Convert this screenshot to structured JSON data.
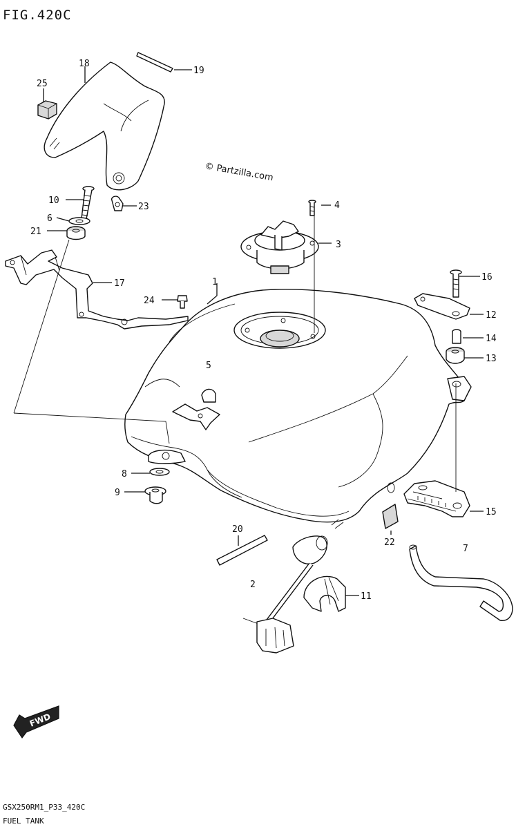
{
  "header": {
    "figure_title": "FIG.420C"
  },
  "watermark": {
    "text": "© Partzilla.com"
  },
  "footer": {
    "code": "GSX250RM1_P33_420C",
    "section": "FUEL TANK"
  },
  "fwd_badge": {
    "text": "FWD"
  },
  "callouts": [
    "1",
    "2",
    "3",
    "4",
    "5",
    "6",
    "7",
    "8",
    "9",
    "10",
    "11",
    "12",
    "13",
    "14",
    "15",
    "16",
    "17",
    "18",
    "19",
    "20",
    "21",
    "22",
    "23",
    "24",
    "25"
  ]
}
